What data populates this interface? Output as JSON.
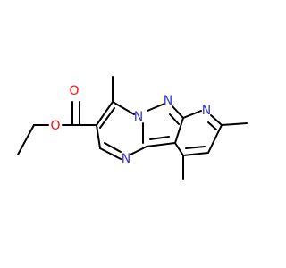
{
  "molecule": {
    "atoms": [
      {
        "id": "O_carbonyl",
        "label": "O",
        "color": "#ff0d0d"
      },
      {
        "id": "O_ester",
        "label": "O",
        "color": "#ff0d0d"
      },
      {
        "id": "N_bridge",
        "label": "N",
        "color": "#3434dc"
      },
      {
        "id": "N_pyrazole",
        "label": "N",
        "color": "#3434dc"
      },
      {
        "id": "N_pyridine",
        "label": "N",
        "color": "#3434dc"
      },
      {
        "id": "N_pyrimidine",
        "label": "N",
        "color": "#3434dc"
      }
    ],
    "colors": {
      "carbon_bond": "#000000",
      "oxygen": "#ff0d0d",
      "nitrogen": "#3434dc",
      "background": "#ffffff"
    }
  }
}
